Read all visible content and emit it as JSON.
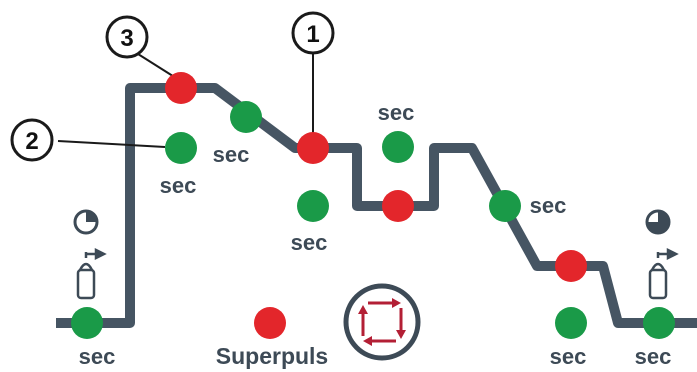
{
  "colors": {
    "line": "#465563",
    "green": "#1a9a48",
    "red": "#e3262b",
    "text": "#3d4a56",
    "accent": "#b31f35"
  },
  "icons": [
    "clock-icon-left",
    "gas-cylinder-icon-left",
    "clock-icon-right",
    "gas-cylinder-icon-right",
    "superpuls-cycle-icon"
  ],
  "labels": {
    "sec": "sec",
    "superpuls": "Superpuls"
  },
  "callouts": [
    "1",
    "2",
    "3"
  ]
}
